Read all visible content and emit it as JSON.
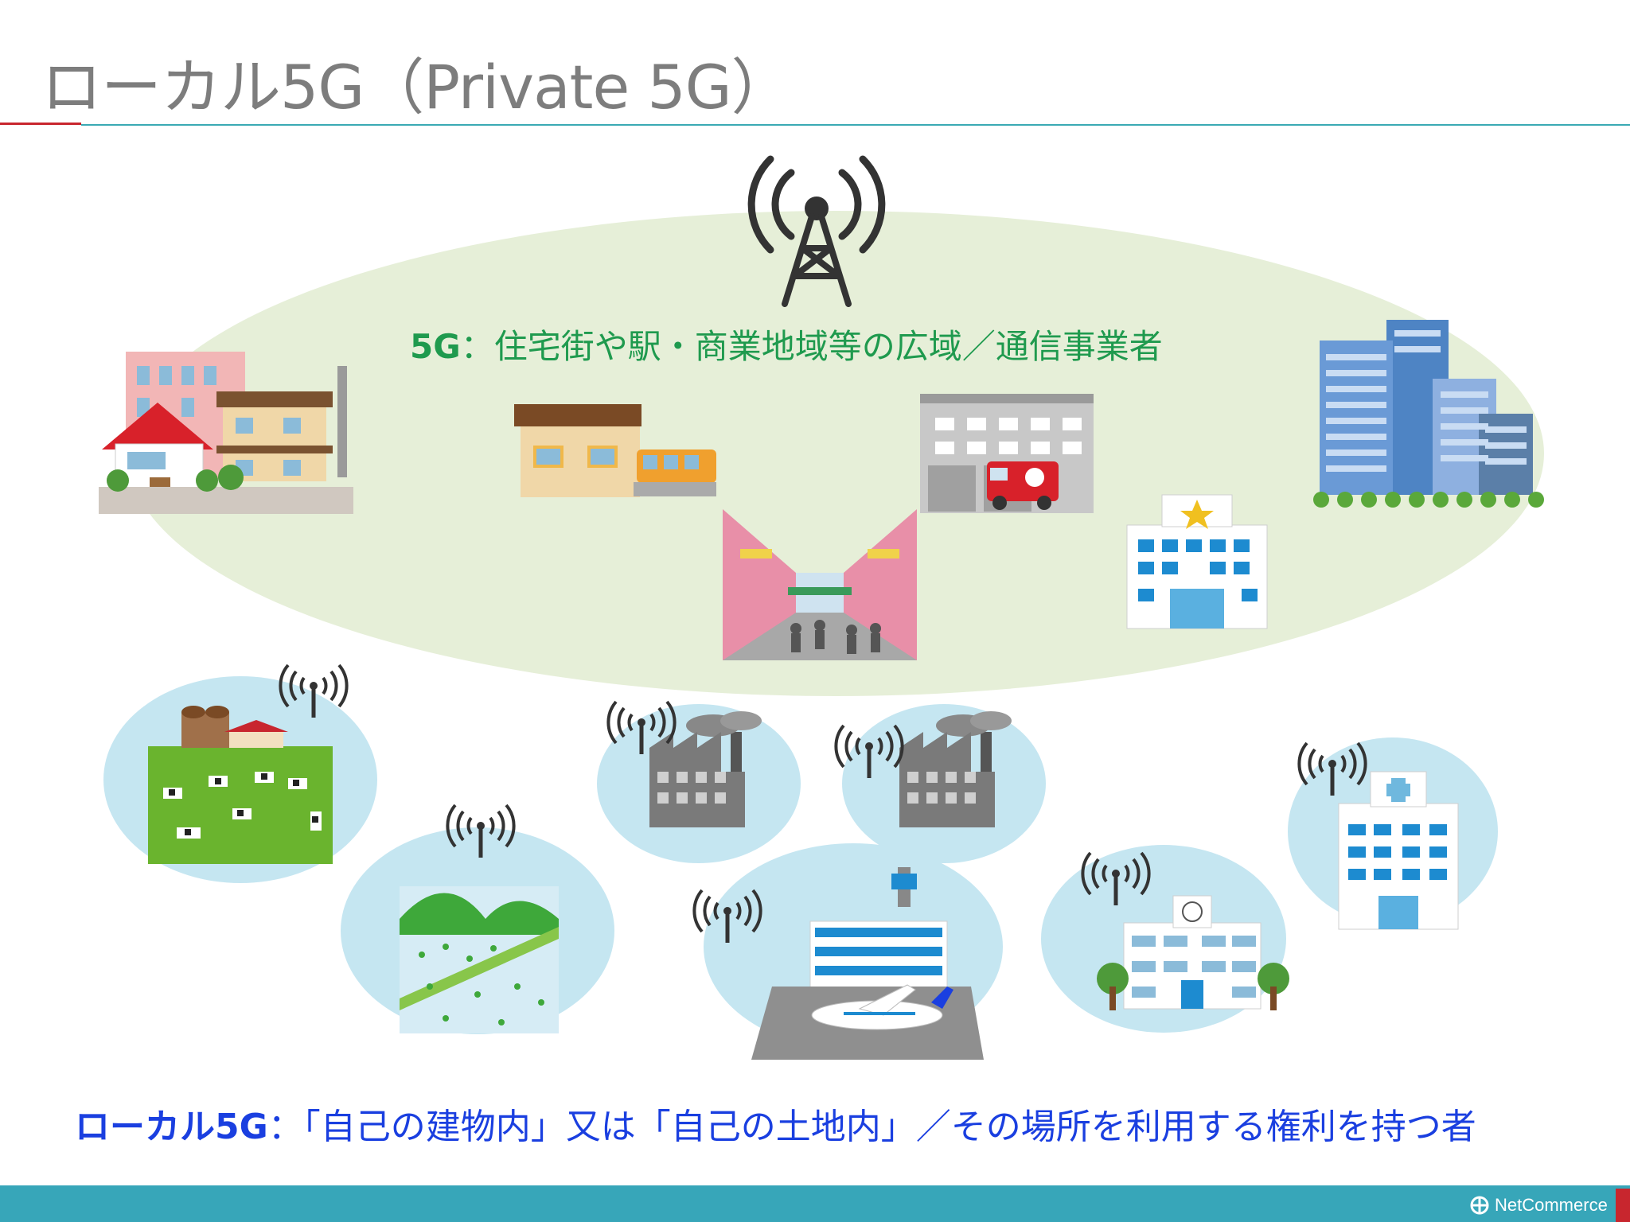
{
  "slide": {
    "title": "ローカル5G（Private 5G）"
  },
  "public_5g": {
    "label_prefix": "5G",
    "label_text": "：住宅街や駅・商業地域等の広域／通信事業者"
  },
  "local_5g": {
    "label_prefix": "ローカル5G",
    "label_text": "：「自己の建物内」又は「自己の土地内」／その場所を利用する権利を持つ者"
  },
  "footer": {
    "logo_text": "NetCommerce"
  },
  "colors": {
    "green_label": "#1f9a4e",
    "blue_label": "#1a3fe0",
    "footer_bar": "#37a6b9",
    "accent_red": "#c8262e",
    "ellipse_fill": "#e6efd8",
    "bubble_fill": "#c5e6f1"
  },
  "icons": [
    "antenna-tower-icon",
    "houses-icon",
    "train-station-icon",
    "shopping-arcade-icon",
    "fire-station-icon",
    "police-station-icon",
    "office-buildings-icon",
    "farm-icon",
    "rice-field-icon",
    "factory-icon",
    "airport-icon",
    "school-icon",
    "hospital-icon",
    "signal-antenna-icon"
  ]
}
